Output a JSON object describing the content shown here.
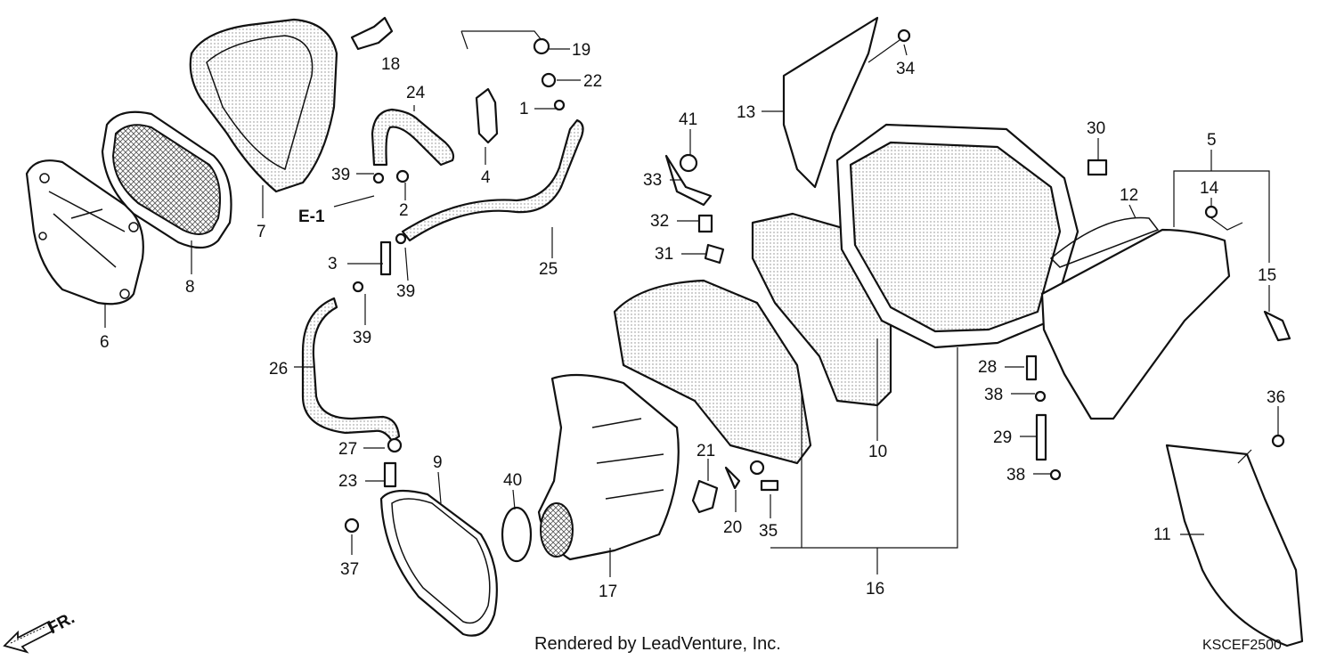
{
  "labels": {
    "p1": "1",
    "p2": "2",
    "p3": "3",
    "p4": "4",
    "p5": "5",
    "p6": "6",
    "p7": "7",
    "p8": "8",
    "p9": "9",
    "p10": "10",
    "p11": "11",
    "p12": "12",
    "p13": "13",
    "p14": "14",
    "p15": "15",
    "p16": "16",
    "p17": "17",
    "p18": "18",
    "p19": "19",
    "p20": "20",
    "p21": "21",
    "p22": "22",
    "p23": "23",
    "p24": "24",
    "p25": "25",
    "p26": "26",
    "p27": "27",
    "p28": "28",
    "p29": "29",
    "p30": "30",
    "p31": "31",
    "p32": "32",
    "p33": "33",
    "p34": "34",
    "p35": "35",
    "p36": "36",
    "p37": "37",
    "p38a": "38",
    "p38b": "38",
    "p39a": "39",
    "p39b": "39",
    "p39c": "39",
    "p40": "40",
    "p41": "41"
  },
  "reference": "E-1",
  "front_marker": "FR.",
  "credit": "Rendered by LeadVenture, Inc.",
  "diagram_code": "KSCEF2500"
}
